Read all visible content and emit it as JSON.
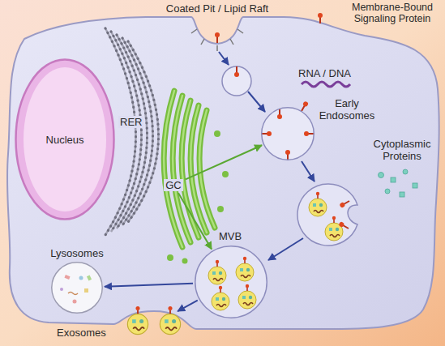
{
  "diagram": {
    "nodes": [
      {
        "text": [
          "Nucleus"
        ]
      },
      {
        "text": [
          "GC"
        ]
      },
      {
        "text": [
          "Early Endosomes"
        ]
      },
      {
        "text": [
          "MVB"
        ]
      },
      {
        "text": [
          "Lysosomes"
        ]
      },
      {
        "text": [
          "Exosomes"
        ]
      }
    ],
    "edges": [
      {
        "from": 1,
        "to": 2,
        "arrow": "to"
      },
      {
        "from": 1,
        "to": 3,
        "arrow": "to"
      },
      {
        "from": 3,
        "to": 4,
        "arrow": "to"
      },
      {
        "from": 3,
        "to": 5,
        "arrow": "to"
      }
    ],
    "labels": [
      "Coated Pit / Lipid Raft",
      "Membrane-Bound Signaling Protein",
      "RNA / DNA",
      "RER",
      "Cytoplasmic Proteins"
    ]
  }
}
